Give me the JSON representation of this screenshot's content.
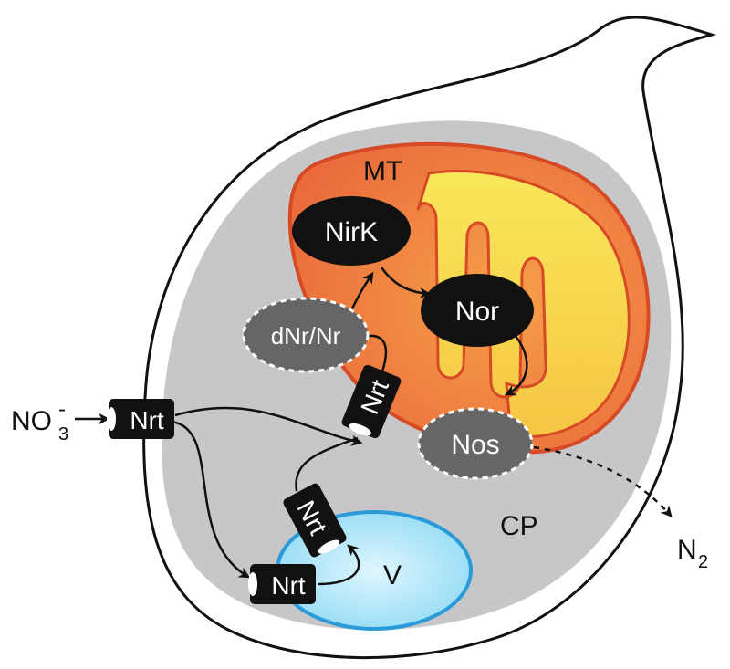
{
  "labels": {
    "mt": "MT",
    "cp": "CP",
    "v": "V",
    "n2": "N",
    "n2_sub": "2",
    "no3": "NO",
    "no3_sub": "3",
    "no3_sup": "-"
  },
  "enzymes": {
    "nirk": "NirK",
    "nor": "Nor",
    "nos": "Nos",
    "dnr": "dNr/Nr"
  },
  "transporters": {
    "t1": "Nrt",
    "t2": "Nrt",
    "t3": "Nrt",
    "t4": "Nrt"
  },
  "colors": {
    "cytoplasm": "#c6c6c8",
    "mito_outer": "#e8703a",
    "mito_inner": "#f7d44a",
    "vacuole": "#a9e4f7",
    "vacuole_edge": "#2b9ad8",
    "enzyme_black": "#111111",
    "enzyme_grey": "#666666"
  }
}
